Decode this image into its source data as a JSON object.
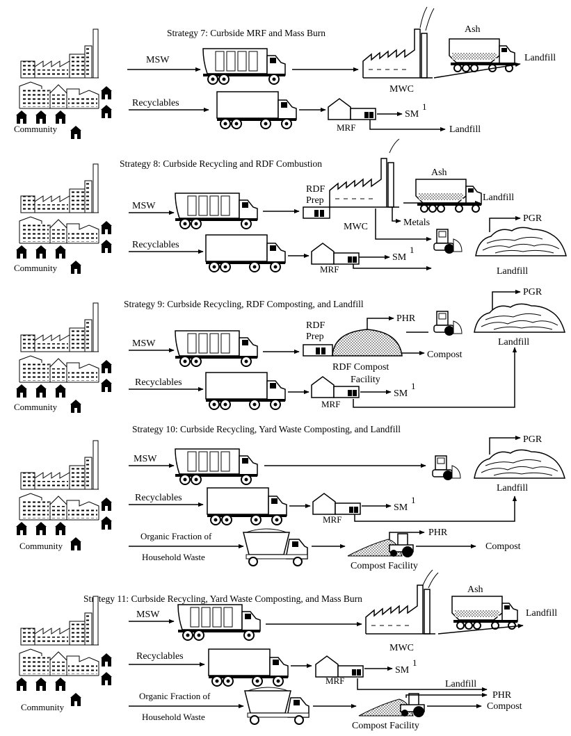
{
  "diagram": {
    "strategies": [
      {
        "title": "Strategy 7:  Curbside MRF and Mass Burn",
        "labels": {
          "msw": "MSW",
          "recyclables": "Recyclables",
          "community": "Community",
          "ash": "Ash",
          "landfill_ash": "Landfill",
          "mwc": "MWC",
          "mrf": "MRF",
          "sm": "SM",
          "sm_sup": "1",
          "landfill_mrf": "Landfill"
        }
      },
      {
        "title": "Strategy 8:  Curbside Recycling and RDF Combustion",
        "labels": {
          "msw": "MSW",
          "recyclables": "Recyclables",
          "community": "Community",
          "rdf_prep": [
            "RDF",
            "Prep"
          ],
          "mwc": "MWC",
          "ash": "Ash",
          "landfill_ash": "Landfill",
          "metals": "Metals",
          "pgr": "PGR",
          "mrf": "MRF",
          "sm": "SM",
          "sm_sup": "1",
          "landfill": "Landfill"
        }
      },
      {
        "title": "Strategy 9:  Curbside Recycling, RDF Composting, and Landfill",
        "labels": {
          "msw": "MSW",
          "recyclables": "Recyclables",
          "community": "Community",
          "rdf_prep": [
            "RDF",
            "Prep"
          ],
          "phr": "PHR",
          "compost": "Compost",
          "facility": [
            "RDF Compost",
            "Facility"
          ],
          "pgr": "PGR",
          "landfill": "Landfill",
          "mrf": "MRF",
          "sm": "SM",
          "sm_sup": "1"
        }
      },
      {
        "title": "Strategy 10:  Curbside Recycling, Yard Waste Composting, and Landfill",
        "labels": {
          "msw": "MSW",
          "recyclables": "Recyclables",
          "organic": [
            "Organic Fraction of",
            "Household Waste"
          ],
          "community": "Community",
          "pgr": "PGR",
          "landfill": "Landfill",
          "mrf": "MRF",
          "sm": "SM",
          "sm_sup": "1",
          "phr": "PHR",
          "compost": "Compost",
          "compost_facility": "Compost Facility"
        }
      },
      {
        "title": "Strategy 11:  Curbside Recycling, Yard Waste Composting, and Mass Burn",
        "labels": {
          "msw": "MSW",
          "recyclables": "Recyclables",
          "organic": [
            "Organic Fraction of",
            "Household Waste"
          ],
          "community": "Community",
          "ash": "Ash",
          "landfill_ash": "Landfill",
          "mwc": "MWC",
          "mrf": "MRF",
          "sm": "SM",
          "sm_sup": "1",
          "landfill": "Landfill",
          "phr": "PHR",
          "compost": "Compost",
          "compost_facility": "Compost Facility"
        }
      }
    ]
  }
}
